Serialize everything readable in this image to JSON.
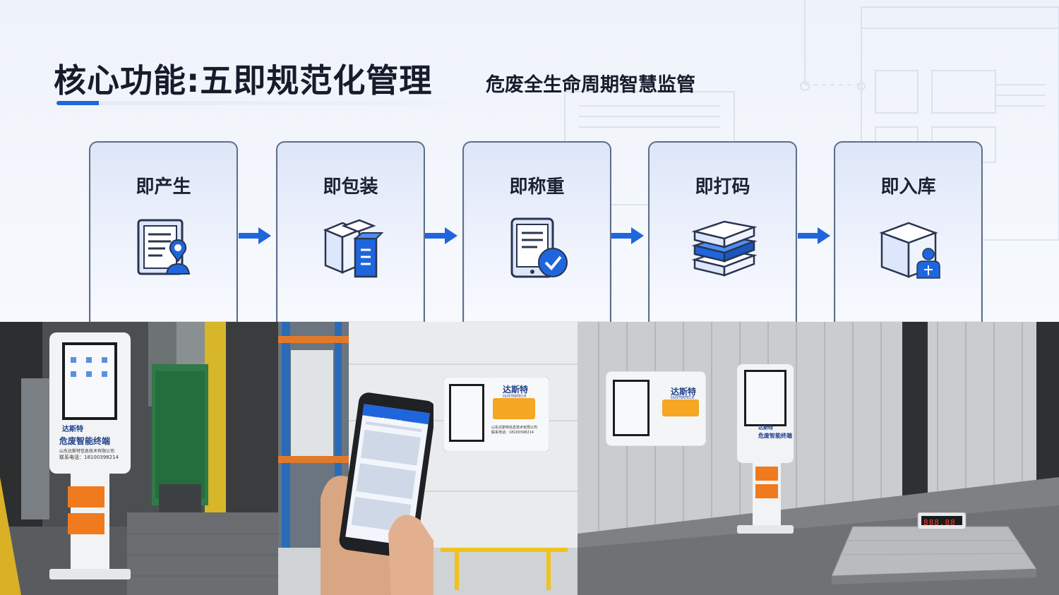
{
  "header": {
    "title": "核心功能:五即规范化管理",
    "subtitle": "危废全生命周期智慧监管"
  },
  "steps": [
    {
      "label": "即产生",
      "icon": "document-location-icon"
    },
    {
      "label": "即包装",
      "icon": "boxes-package-icon"
    },
    {
      "label": "即称重",
      "icon": "tablet-check-icon"
    },
    {
      "label": "即打码",
      "icon": "stacked-layers-icon"
    },
    {
      "label": "即入库",
      "icon": "box-user-icon"
    }
  ],
  "colors": {
    "accent": "#1f66dd",
    "accent_light": "#4d8ef5",
    "icon_fill": "#dce7fb",
    "icon_stroke": "#2a3550"
  },
  "photos": {
    "left": {
      "kiosk_brand": "达斯特",
      "kiosk_title": "危废智能终端",
      "kiosk_company": "山东达斯特信息技术有限公司",
      "kiosk_phone": "联系电话：18100398214"
    },
    "middle": {
      "phone_title": "入库记录列表",
      "panel_brand": "达斯特",
      "panel_brand_en": "DUSTERTECH",
      "panel_company": "山东达斯特信息技术有限公司",
      "panel_phone": "联系电话：18100398214"
    },
    "right": {
      "panel_brand": "达斯特",
      "panel_brand_en": "DUSTERTECH",
      "kiosk_brand": "达斯特",
      "kiosk_title": "危废智能终端",
      "scale_display": "888.88"
    }
  }
}
